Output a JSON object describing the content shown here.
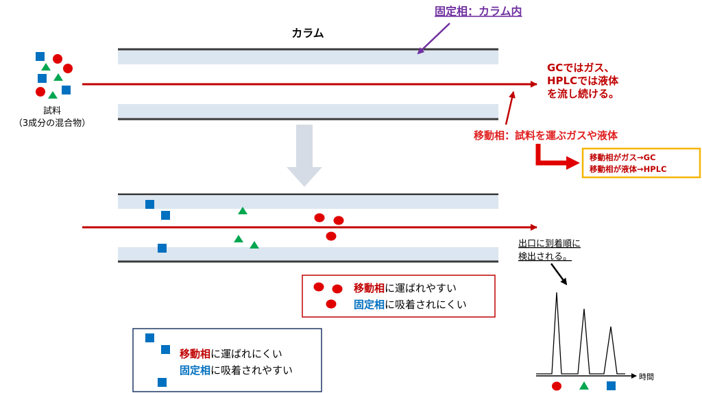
{
  "colors": {
    "red": "#c00000",
    "blue": "#0070c0",
    "green": "#00a650",
    "purple": "#7030a0",
    "column_fill": "#dce6f1",
    "orange": "#f5b400",
    "navy": "#1f3864"
  },
  "labels": {
    "column_title": "カラム",
    "stationary_phase": "固定相：カラム内",
    "sample_line1": "試料",
    "sample_line2": "（3成分の混合物）",
    "gc_line1": "GCではガス、",
    "gc_line2": "HPLCでは液体",
    "gc_line3": "を流し続ける。",
    "mobile_phase": "移動相：試料を運ぶガスや液体",
    "orange_box_line1": "移動相がガス→GC",
    "orange_box_line2": "移動相が液体→HPLC",
    "detect_line1": "出口に到着順に",
    "detect_line2": "検出される。",
    "time_axis": "時間"
  },
  "red_box": {
    "line1_em": "移動相",
    "line1_rest": "に運ばれやすい",
    "line2_em": "固定相",
    "line2_rest": "に吸着されにくい"
  },
  "blue_box": {
    "line1_em": "移動相",
    "line1_rest": "に運ばれにくい",
    "line2_em": "固定相",
    "line2_rest": "に吸着されやすい"
  },
  "chromatogram_order": [
    "circle",
    "triangle",
    "square"
  ]
}
